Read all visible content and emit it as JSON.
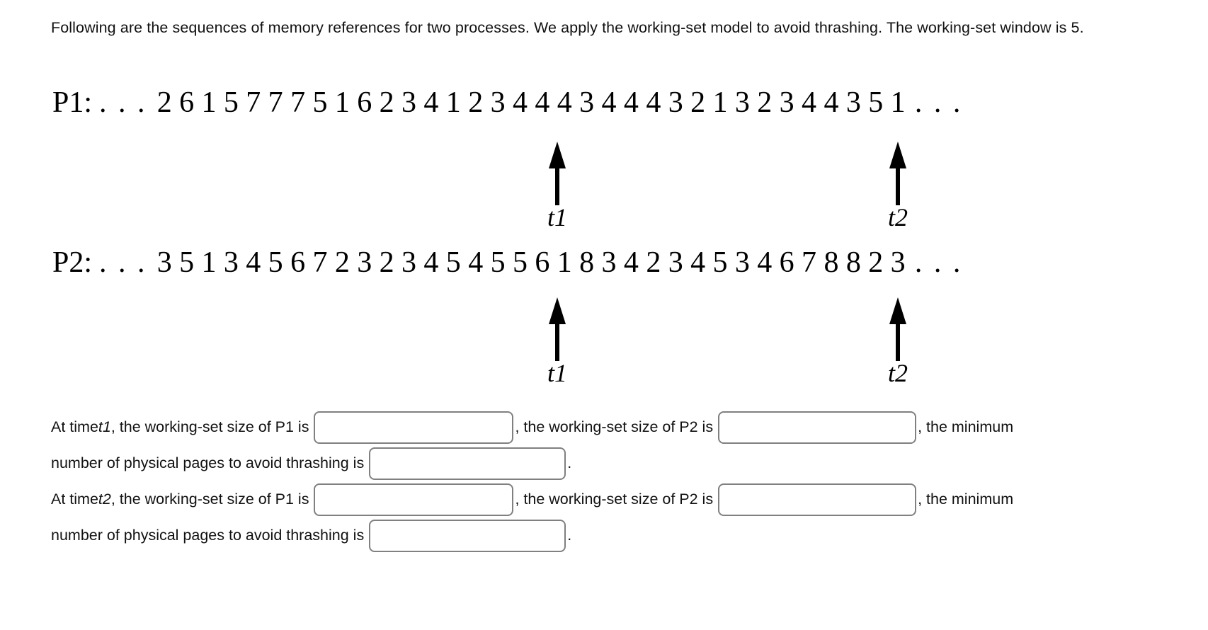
{
  "intro": {
    "text": "Following are the sequences of memory references for two processes. We apply the working-set model to avoid thrashing. The working-set window is 5."
  },
  "sequences": [
    {
      "name": "p1",
      "label": "P1:",
      "leading_ellipsis": ". . .",
      "trailing_ellipsis": ". . .",
      "digits": [
        "2",
        "6",
        "1",
        "5",
        "7",
        "7",
        "7",
        "5",
        "1",
        "6",
        "2",
        "3",
        "4",
        "1",
        "2",
        "3",
        "4",
        "4",
        "4",
        "3",
        "4",
        "4",
        "4",
        "3",
        "2",
        "1",
        "3",
        "2",
        "3",
        "4",
        "4",
        "3",
        "5",
        "1"
      ]
    },
    {
      "name": "p2",
      "label": "P2:",
      "leading_ellipsis": ". . .",
      "trailing_ellipsis": ". . .",
      "digits": [
        "3",
        "5",
        "1",
        "3",
        "4",
        "5",
        "6",
        "7",
        "2",
        "3",
        "2",
        "3",
        "4",
        "5",
        "4",
        "5",
        "5",
        "6",
        "1",
        "8",
        "3",
        "4",
        "2",
        "3",
        "4",
        "5",
        "3",
        "4",
        "6",
        "7",
        "8",
        "8",
        "2",
        "3"
      ]
    }
  ],
  "markers": {
    "p1_t1": "t1",
    "p1_t2": "t2",
    "p2_t1": "t1",
    "p2_t2": "t2"
  },
  "answers": {
    "line1": {
      "part_a": "At time ",
      "time_label": "t1",
      "part_b": ", the working-set size of P1 is",
      "part_c": ", the working-set size of P2 is",
      "part_d": ", the minimum",
      "input_p1_value": "",
      "input_p2_value": ""
    },
    "line2": {
      "part_a": "number of physical pages to avoid thrashing is",
      "part_b": ".",
      "input_value": ""
    },
    "line3": {
      "part_a": "At time ",
      "time_label": "t2",
      "part_b": ", the working-set size of P1 is",
      "part_c": ", the working-set size of P2 is",
      "part_d": ", the minimum",
      "input_p1_value": "",
      "input_p2_value": ""
    },
    "line4": {
      "part_a": "number of physical pages to avoid thrashing is",
      "part_b": ".",
      "input_value": ""
    }
  },
  "colors": {
    "text": "#111111",
    "input_border": "#808080",
    "background": "#ffffff"
  }
}
